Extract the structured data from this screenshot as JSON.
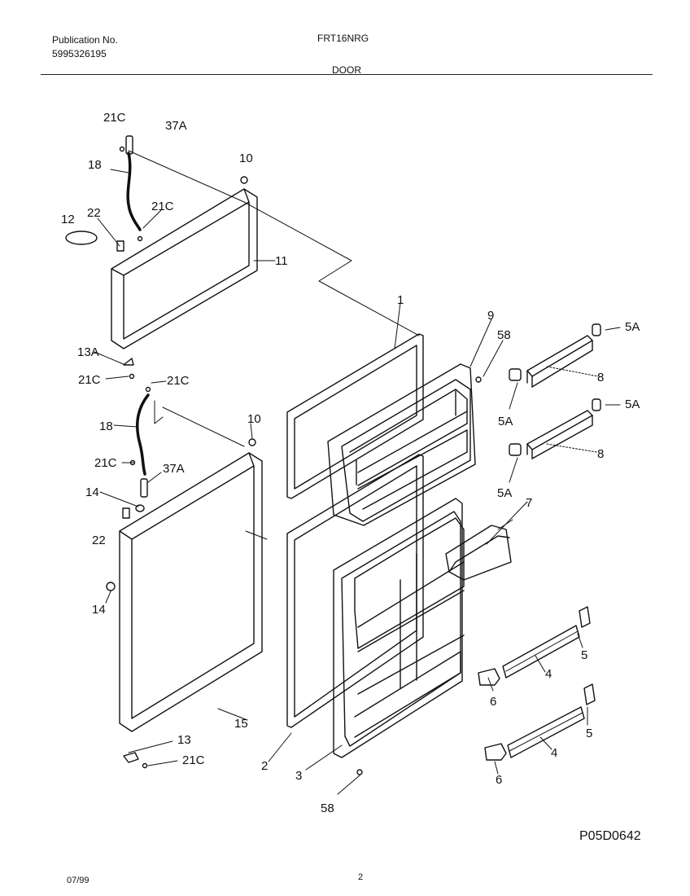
{
  "header": {
    "publication_label": "Publication No.",
    "publication_number": "5995326195",
    "model": "FRT16NRG",
    "section": "DOOR"
  },
  "footer": {
    "diagram_code": "P05D0642",
    "date": "07/99",
    "page_number": "2"
  },
  "callouts": [
    "21C",
    "37A",
    "18",
    "10",
    "21C",
    "22",
    "12",
    "11",
    "1",
    "9",
    "58",
    "5A",
    "8",
    "13A",
    "21C",
    "21C",
    "18",
    "10",
    "5A",
    "21C",
    "37A",
    "8",
    "5A",
    "7",
    "14",
    "22",
    "14",
    "5",
    "4",
    "6",
    "5",
    "15",
    "13",
    "21C",
    "4",
    "2",
    "3",
    "6",
    "58",
    "5A"
  ]
}
